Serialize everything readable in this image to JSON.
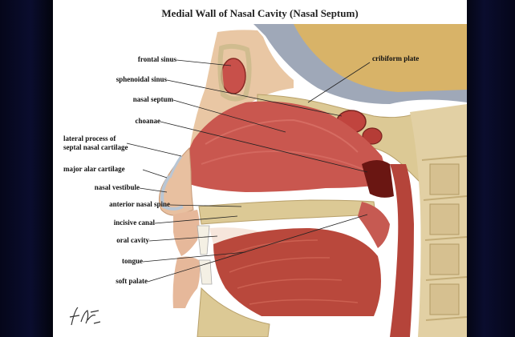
{
  "title": "Medial Wall of Nasal Cavity (Nasal Septum)",
  "labels": {
    "frontal_sinus": "frontal sinus",
    "sphenoidal_sinus": "sphenoidal sinus",
    "nasal_septum": "nasal septum",
    "choanae": "choanae",
    "lateral_process_1": "lateral process of",
    "lateral_process_2": "septal nasal cartilage",
    "major_alar": "major alar cartilage",
    "nasal_vestibule": "nasal vestibule",
    "anterior_nasal_spine": "anterior nasal spine",
    "incisive_canal": "incisive canal",
    "oral_cavity": "oral cavity",
    "tongue": "tongue",
    "soft_palate": "soft palate",
    "cribriform_plate": "cribiform plate"
  },
  "colors": {
    "background": "#000000",
    "slide": "#ffffff",
    "septum": "#c8504a",
    "bone": "#d9c89a",
    "skin": "#e8c8a8",
    "brain": "#c9a45a",
    "tongue": "#b84a3e"
  },
  "signature_icon": "artist-signature"
}
